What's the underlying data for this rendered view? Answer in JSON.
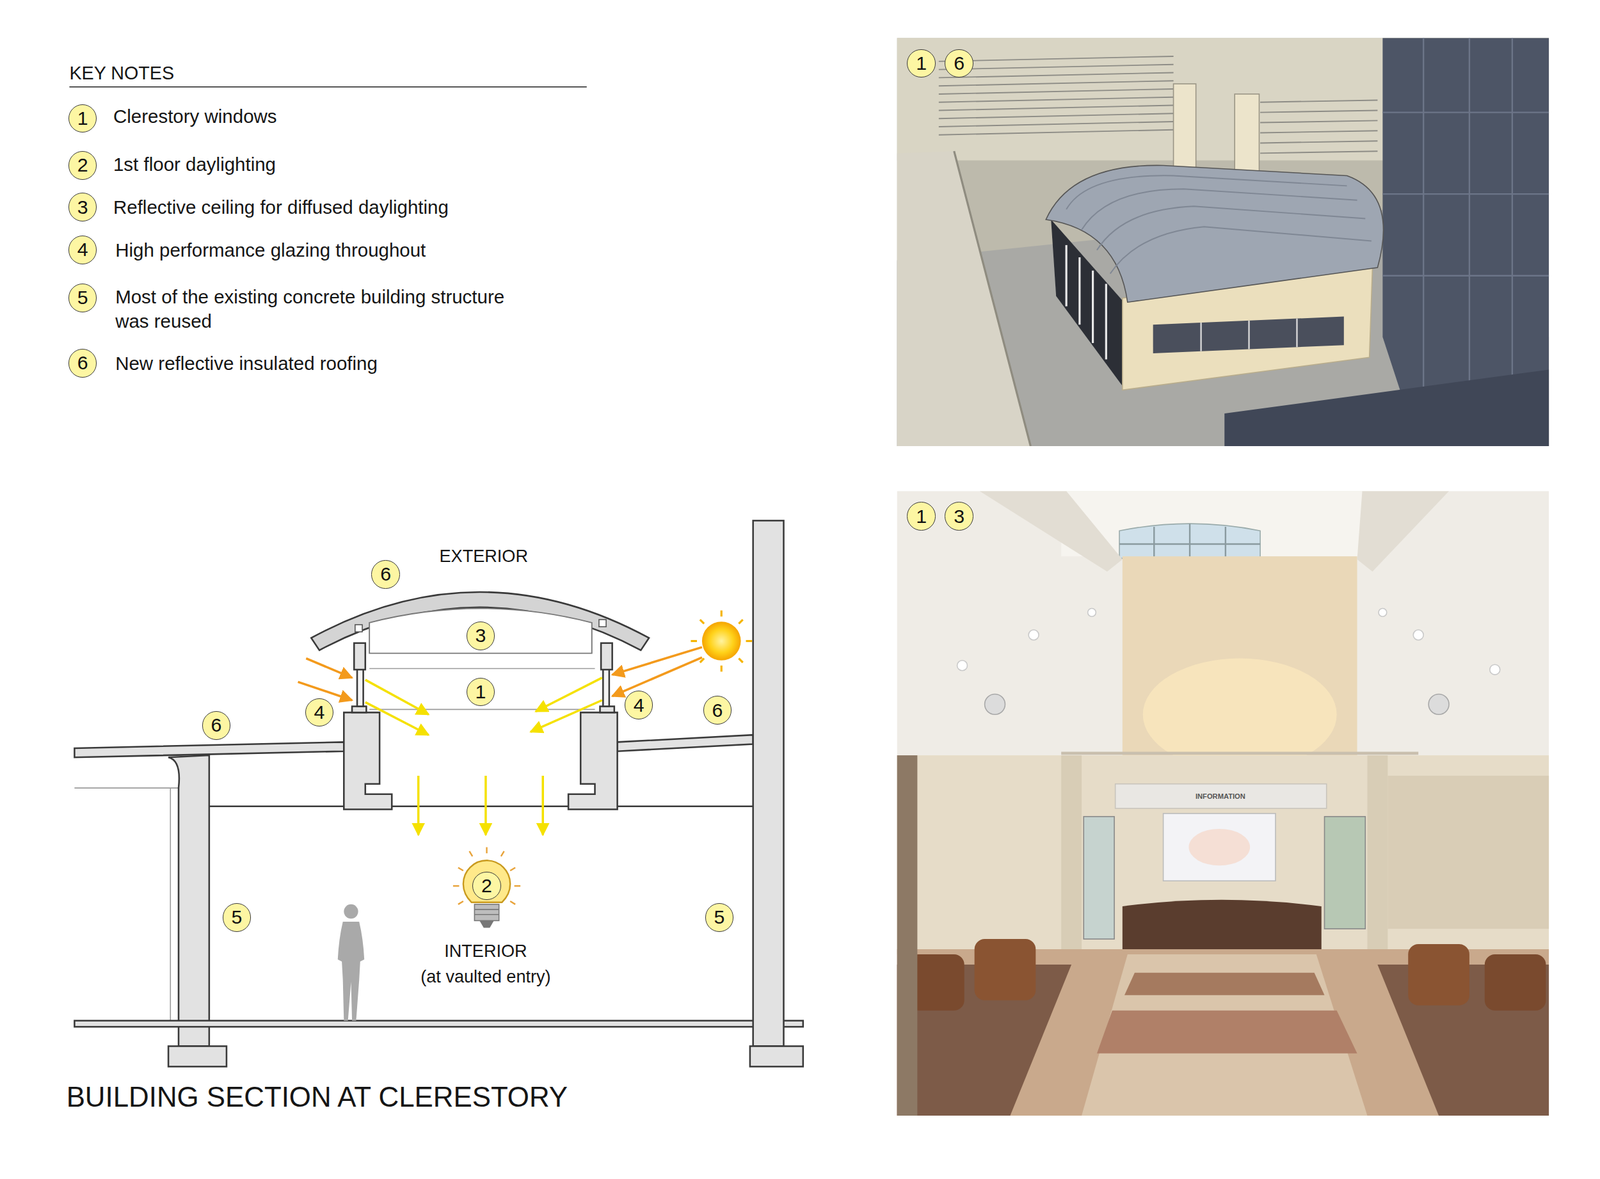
{
  "diagram": {
    "caption": "BUILDING SECTION AT CLERESTORY",
    "nodes": [
      {
        "text": [
          "1"
        ]
      },
      {
        "text": [
          "2"
        ]
      },
      {
        "text": [
          "3"
        ]
      },
      {
        "text": [
          "4"
        ]
      },
      {
        "text": [
          "5"
        ]
      },
      {
        "text": [
          "6"
        ]
      },
      {
        "text": [
          "1"
        ]
      },
      {
        "text": [
          "6"
        ]
      },
      {
        "text": [
          "6"
        ]
      },
      {
        "text": [
          "3"
        ]
      },
      {
        "text": [
          "1"
        ]
      },
      {
        "text": [
          "4"
        ]
      },
      {
        "text": [
          "4"
        ]
      },
      {
        "text": [
          "6"
        ]
      },
      {
        "text": [
          "6"
        ]
      },
      {
        "text": [
          "2"
        ]
      },
      {
        "text": [
          "5"
        ]
      },
      {
        "text": [
          "5"
        ]
      },
      {
        "text": [
          "1"
        ]
      },
      {
        "text": [
          "3"
        ]
      }
    ],
    "labels": [
      "KEY NOTES",
      "Clerestory windows",
      "1st floor daylighting",
      "Reflective ceiling for diffused daylighting",
      "High performance glazing throughout",
      "Most of the existing concrete building structure was reused",
      "New reflective insulated roofing",
      "EXTERIOR",
      "INTERIOR",
      "(at vaulted entry)",
      "INFORMATION"
    ]
  }
}
